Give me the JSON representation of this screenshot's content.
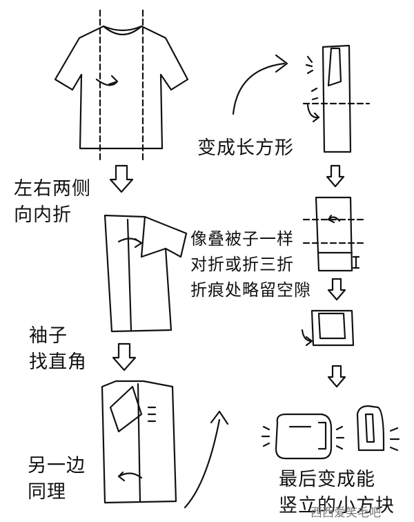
{
  "steps": {
    "step1": {
      "line1": "左右两侧",
      "line2": "向内折"
    },
    "step2": {
      "line1": "袖子",
      "line2": "找直角"
    },
    "step3": {
      "line1": "另一边",
      "line2": "同理"
    },
    "step4": {
      "line1": "变成长方形"
    },
    "step5": {
      "line1": "像叠被子一样",
      "line2": "对折或折三折",
      "line3": "折痕处略留空隙"
    },
    "step6": {
      "line1": "最后变成能",
      "line2": "竖立的小方块"
    }
  },
  "watermark": {
    "text": "西西爱笑毛吧"
  }
}
